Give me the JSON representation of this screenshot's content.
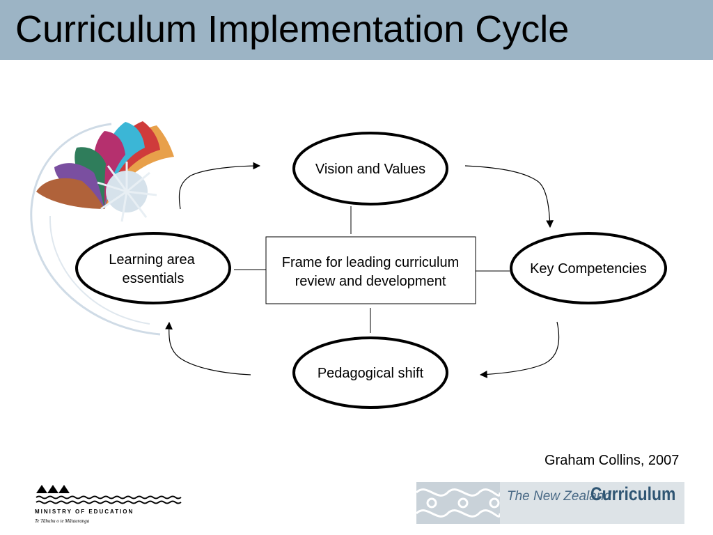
{
  "slide": {
    "title": "Curriculum Implementation Cycle",
    "citation": "Graham Collins, 2007"
  },
  "diagram": {
    "center": {
      "line1": "Frame for leading curriculum",
      "line2": "review and development"
    },
    "nodes": {
      "top": "Vision and Values",
      "right": "Key Competencies",
      "bottom": "Pedagogical shift",
      "left_line1": "Learning area",
      "left_line2": "essentials"
    }
  },
  "footer": {
    "ministry_name": "MINISTRY OF EDUCATION",
    "ministry_subtitle": "Te Tāhuhu o te Mātauranga",
    "nzc_prefix": "The New Zealand",
    "nzc_main": "Curriculum"
  },
  "colors": {
    "title_bar": "#9cb4c5",
    "nzc_banner": "#dde3e7",
    "nzc_text": "#2f5573",
    "koru_colors": [
      "#e8a04a",
      "#cf3b3b",
      "#3bb6d6",
      "#b5306e",
      "#2f7d5b",
      "#7a4fa0",
      "#b0623a"
    ]
  },
  "icons": {
    "koru": "koru-spiral-icon",
    "ministry": "ministry-mountains-icon",
    "pattern": "kowhaiwhai-pattern-icon"
  }
}
